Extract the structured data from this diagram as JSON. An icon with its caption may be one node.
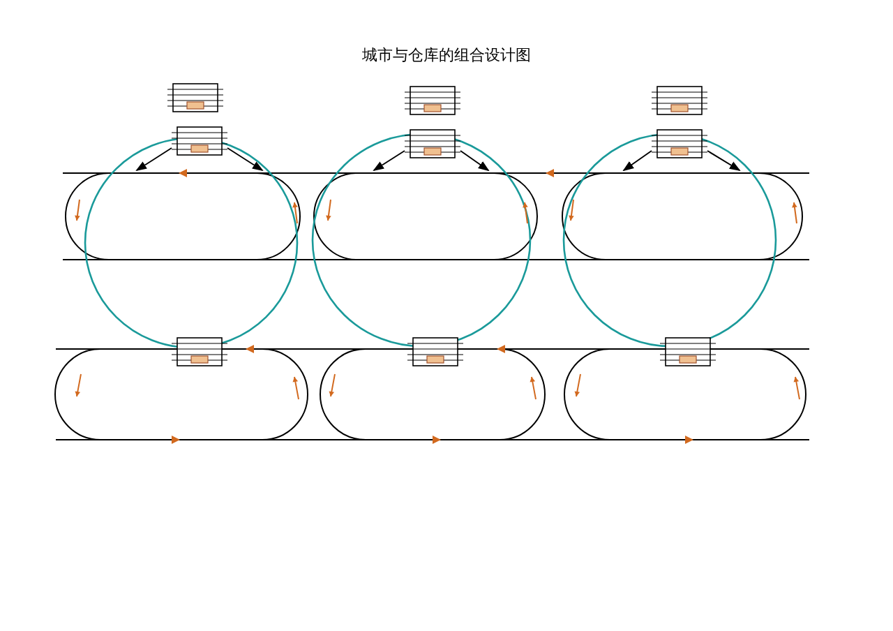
{
  "diagram": {
    "title": "城市与仓库的组合设计图",
    "nodes": [
      {
        "text": [],
        "shape": "picture"
      },
      {
        "text": [],
        "shape": "picture"
      },
      {
        "text": [],
        "shape": "picture"
      },
      {
        "text": [],
        "shape": "picture"
      },
      {
        "text": [],
        "shape": "picture"
      },
      {
        "text": [],
        "shape": "picture"
      },
      {
        "text": [],
        "shape": "picture"
      },
      {
        "text": [],
        "shape": "picture"
      },
      {
        "text": [],
        "shape": "picture"
      }
    ],
    "edges": [
      {
        "from": 3,
        "to": null,
        "arrow": "to"
      },
      {
        "from": 3,
        "to": null,
        "arrow": "to"
      },
      {
        "from": 4,
        "to": null,
        "arrow": "to"
      },
      {
        "from": 4,
        "to": null,
        "arrow": "to"
      },
      {
        "from": 5,
        "to": null,
        "arrow": "to"
      },
      {
        "from": 5,
        "to": null,
        "arrow": "to"
      }
    ]
  }
}
